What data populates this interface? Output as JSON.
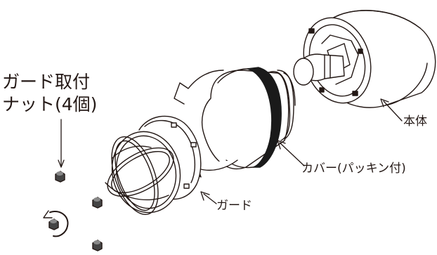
{
  "labels": {
    "guard_nut_line1": "ガード取付",
    "guard_nut_line2": "ナット(4個)",
    "body": "本体",
    "cover": "カバー(パッキン付)",
    "guard": "ガード"
  },
  "colors": {
    "line": "#231815",
    "gasket": "#1a1a1a",
    "background": "#ffffff"
  },
  "icons": [
    "rotation-arrow-icon",
    "leader-arrow-icon"
  ]
}
